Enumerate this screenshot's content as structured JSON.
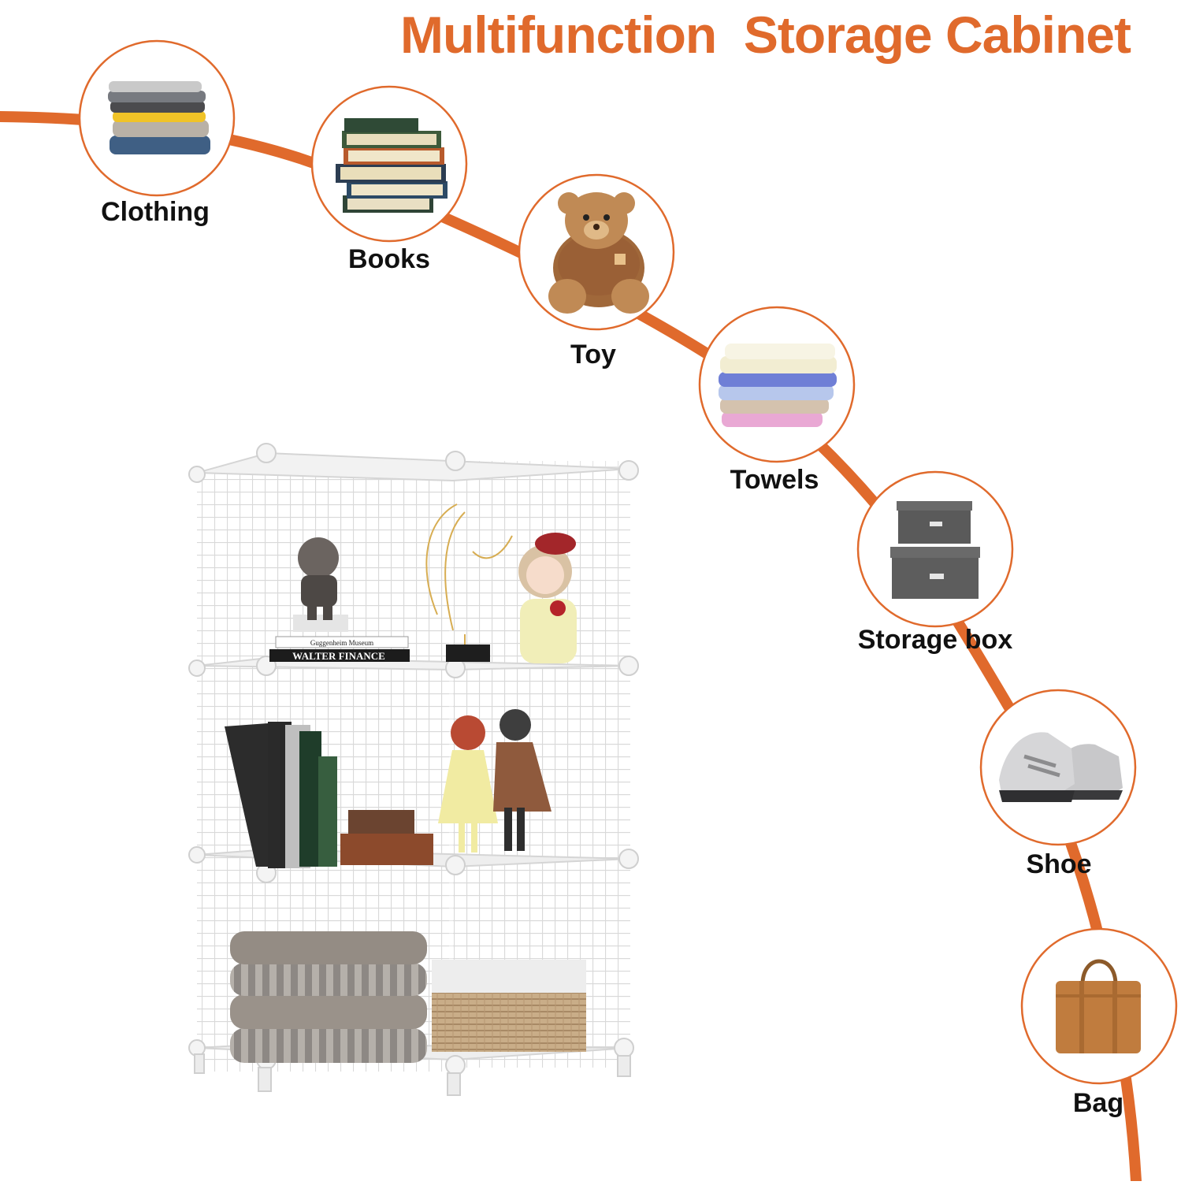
{
  "title": "Multifunction  Storage Cabinet",
  "accent_color": "#e06a2c",
  "uses": [
    {
      "label": "Clothing",
      "icon": "folded-clothes-icon"
    },
    {
      "label": "Books",
      "icon": "book-stack-icon"
    },
    {
      "label": "Toy",
      "icon": "teddy-bear-icon"
    },
    {
      "label": "Towels",
      "icon": "towel-stack-icon"
    },
    {
      "label": "Storage box",
      "icon": "storage-box-icon"
    },
    {
      "label": "Shoe",
      "icon": "sneakers-icon"
    },
    {
      "label": "Bag",
      "icon": "handbag-icon"
    }
  ],
  "cabinet": {
    "icon": "wire-grid-cabinet-illustration"
  },
  "product_text": {
    "book_spine_1": "WALTER FINANCE",
    "book_spine_2": "Guggenheim Museum"
  }
}
